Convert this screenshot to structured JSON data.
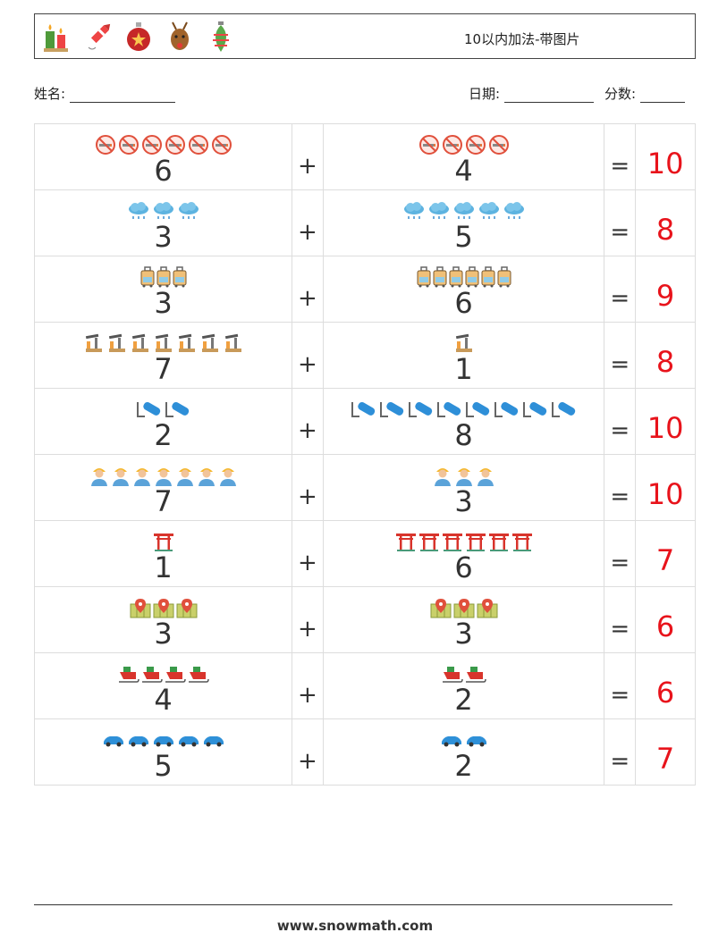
{
  "title": "10以内加法-带图片",
  "name_label": "姓名:",
  "date_label": "日期:",
  "score_label": "分数:",
  "header_icons": [
    "candles-icon",
    "firework-rocket-icon",
    "christmas-ornament-ball-icon",
    "reindeer-icon",
    "ornament-icon"
  ],
  "plus": "+",
  "equals": "=",
  "rows": [
    {
      "a": "6",
      "a_icon": "no-smoking-icon",
      "b": "4",
      "b_icon": "no-smoking-icon",
      "ans": "10"
    },
    {
      "a": "3",
      "a_icon": "rain-cloud-icon",
      "b": "5",
      "b_icon": "rain-cloud-icon",
      "ans": "8"
    },
    {
      "a": "3",
      "a_icon": "suitcase-icon",
      "b": "6",
      "b_icon": "suitcase-icon",
      "ans": "9"
    },
    {
      "a": "7",
      "a_icon": "oil-pump-icon",
      "b": "1",
      "b_icon": "oil-pump-icon",
      "ans": "8"
    },
    {
      "a": "2",
      "a_icon": "gas-cylinder-icon",
      "b": "8",
      "b_icon": "gas-cylinder-icon",
      "ans": "10"
    },
    {
      "a": "7",
      "a_icon": "worker-icon",
      "b": "3",
      "b_icon": "worker-icon",
      "ans": "10"
    },
    {
      "a": "1",
      "a_icon": "torii-gate-icon",
      "b": "6",
      "b_icon": "torii-gate-icon",
      "ans": "7"
    },
    {
      "a": "3",
      "a_icon": "map-pin-icon",
      "b": "3",
      "b_icon": "map-pin-icon",
      "ans": "6"
    },
    {
      "a": "4",
      "a_icon": "sleigh-icon",
      "b": "2",
      "b_icon": "sleigh-icon",
      "ans": "6"
    },
    {
      "a": "5",
      "a_icon": "car-icon",
      "b": "2",
      "b_icon": "car-icon",
      "ans": "7"
    }
  ],
  "footer": "www.snowmath.com",
  "colors": {
    "answer": "#e8131b"
  }
}
